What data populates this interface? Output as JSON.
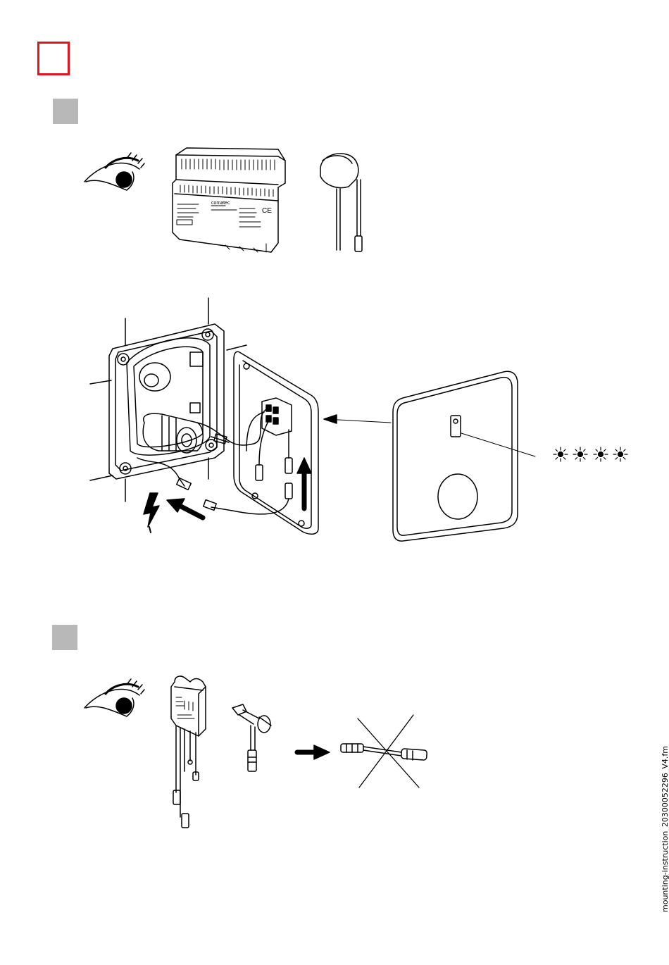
{
  "colors": {
    "marker": "#e3141d",
    "step_box": "#b8b8b8",
    "line": "#000000"
  },
  "footer": {
    "filename": "mounting-instruction_20300052296_V4.fm"
  },
  "step1": {
    "icons": [
      "eye-icon",
      "din-rail-power-supply",
      "plug-connector-module"
    ],
    "power_supply_brand": "comatec",
    "illustration": [
      "wall-box-with-valve",
      "open-cover-panel",
      "front-panel-with-led",
      "lightning-bolt-icon",
      "arrow-icon"
    ]
  },
  "step2": {
    "icons": [
      "eye-icon",
      "power-supply-unit",
      "t-connector",
      "arrow-icon",
      "crossed-out-cable"
    ]
  }
}
